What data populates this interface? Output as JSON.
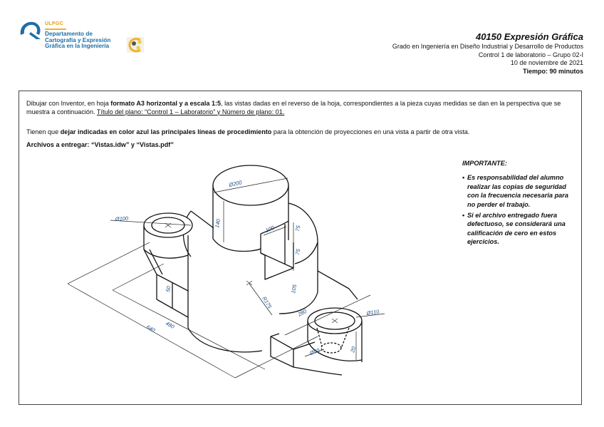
{
  "header": {
    "institution": "ULPGC",
    "department_lines": [
      "Departamento de",
      "Cartografía y Expresión",
      "Gráfica en la Ingeniería"
    ],
    "course_title": "40150 Expresión Gráfica",
    "degree": "Grado en Ingeniería en Diseño Industrial y Desarrollo de Productos",
    "exam": "Control 1 de laboratorio – Grupo 02-I",
    "date": "10 de noviembre de 2021",
    "time_limit": "Tiempo: 90 minutos"
  },
  "instructions": {
    "p1_a": "Dibujar con Inventor, en hoja ",
    "p1_b": "formato A3 horizontal y a escala 1:5",
    "p1_c": ", las vistas dadas en el reverso de la hoja, correspondientes a la pieza cuyas medidas se dan en la perspectiva que se muestra a continuación. ",
    "p1_d": "Título del plano: “Control 1 – Laboratorio” y Número de plano: 01.",
    "p2_a": "Tienen que ",
    "p2_b": "dejar indicadas en color azul las principales líneas de procedimiento",
    "p2_c": " para la obtención de proyecciones en una vista a partir de otra vista.",
    "p3": "Archivos a entregar: “Vistas.idw” y “Vistas.pdf”"
  },
  "important": {
    "title": "IMPORTANTE:",
    "bullet": "•",
    "items": [
      "Es responsabilidad del alumno realizar las copias de seguridad con la frecuencia necesaria para no perder el trabajo.",
      "Si el archivo entregado fuera defectuoso, se considerará una calificación de cero en estos ejercicios."
    ]
  },
  "drawing": {
    "dimensions": {
      "top_cyl_diameter": "Ø200",
      "top_cyl_height": "140",
      "slot_width": "100",
      "slot_h1": "75",
      "slot_h2": "75",
      "base_height": "105",
      "base_radius": "R175",
      "right_arm": "280",
      "right_boss_diameter": "Ø110",
      "right_hole_diameter": "Ø50",
      "right_boss_depth": "20",
      "left_boss_diameter": "Ø100",
      "left_plate_thk": "50",
      "inner_length": "480",
      "overall_length": "640"
    }
  },
  "colors": {
    "brand_blue": "#1e6fa6",
    "brand_orange": "#e79d1b",
    "dimension_blue": "#1a4f8a"
  }
}
